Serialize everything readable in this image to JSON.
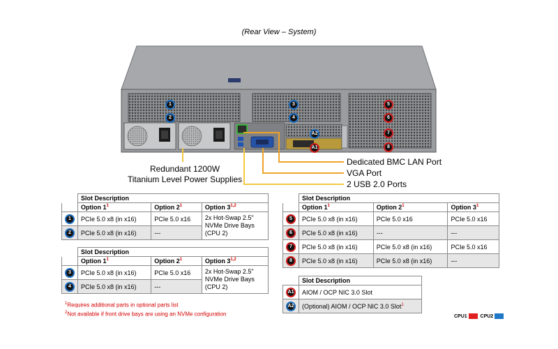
{
  "title": "(Rear View – System)",
  "server": {
    "slot_labels_blue": [
      "1",
      "2",
      "3",
      "4"
    ],
    "slot_labels_red": [
      "5",
      "6",
      "7",
      "8"
    ],
    "aiom_labels": [
      "A2",
      "A1"
    ]
  },
  "callouts": {
    "bmc": "Dedicated BMC LAN Port",
    "vga": "VGA Port",
    "usb": "2 USB 2.0 Ports",
    "psu_line1": "Redundant  1200W",
    "psu_line2": "Titanium  Level Power Supplies"
  },
  "tables": {
    "t1": {
      "header": "Slot Description",
      "cols": [
        "Option 1",
        "Option 2",
        "Option 3"
      ],
      "col_sup": [
        "1",
        "1",
        "1,2"
      ],
      "rows": [
        {
          "slot": "1",
          "o1": "PCIe 5.0 x8 (in x16)",
          "o2": "PCIe 5.0 x16",
          "o3a": "2x Hot-Swap 2.5\"",
          "o3b": "NVMe Drive Bays",
          "o3c": "(CPU 2)"
        },
        {
          "slot": "2",
          "o1": "PCIe 5.0 x8 (in x16)",
          "o2": "---"
        }
      ]
    },
    "t2": {
      "header": "Slot Description",
      "cols": [
        "Option 1",
        "Option 2",
        "Option 3"
      ],
      "col_sup": [
        "1",
        "1",
        "1,2"
      ],
      "rows": [
        {
          "slot": "3",
          "o1": "PCIe 5.0 x8 (in x16)",
          "o2": "PCIe 5.0 x16",
          "o3a": "2x Hot-Swap 2.5\"",
          "o3b": "NVMe Drive Bays",
          "o3c": "(CPU 2)"
        },
        {
          "slot": "4",
          "o1": "PCIe 5.0 x8 (in x16)",
          "o2": "---"
        }
      ]
    },
    "t3": {
      "header": "Slot Description",
      "cols": [
        "Option 1",
        "Option 2",
        "Option 3"
      ],
      "col_sup": [
        "1",
        "1",
        "1"
      ],
      "rows": [
        {
          "slot": "5",
          "o1": "PCIe 5.0 x8 (in x16)",
          "o2": "PCIe 5.0 x16",
          "o3": "PCIe 5.0 x16"
        },
        {
          "slot": "6",
          "o1": "PCIe 5.0 x8 (in x16)",
          "o2": "---",
          "o3": "---"
        },
        {
          "slot": "7",
          "o1": "PCIe 5.0 x8 (in x16)",
          "o2": "PCIe 5.0 x8 (in x16)",
          "o3": "PCIe 5.0 x16"
        },
        {
          "slot": "8",
          "o1": "PCIe 5.0 x8 (in x16)",
          "o2": "PCIe 5.0 x8 (in x16)",
          "o3": "---"
        }
      ]
    },
    "t4": {
      "header": "Slot Description",
      "rows": [
        {
          "slot": "A1",
          "text": "AIOM  / OCP NIC  3.0 Slot"
        },
        {
          "slot": "A2",
          "text": "(Optional)  AIOM  / OCP NIC  3.0 Slot",
          "sup": "1"
        }
      ]
    }
  },
  "footnotes": {
    "f1_num": "1",
    "f1_text": "Requires additional parts in optional parts list",
    "f2_num": "2",
    "f2_text": "Not available if front drive bays are using an NVMe  configuration"
  },
  "legend": {
    "cpu1": "CPU1",
    "cpu1_color": "#e02020",
    "cpu2": "CPU2",
    "cpu2_color": "#1f78c8"
  }
}
